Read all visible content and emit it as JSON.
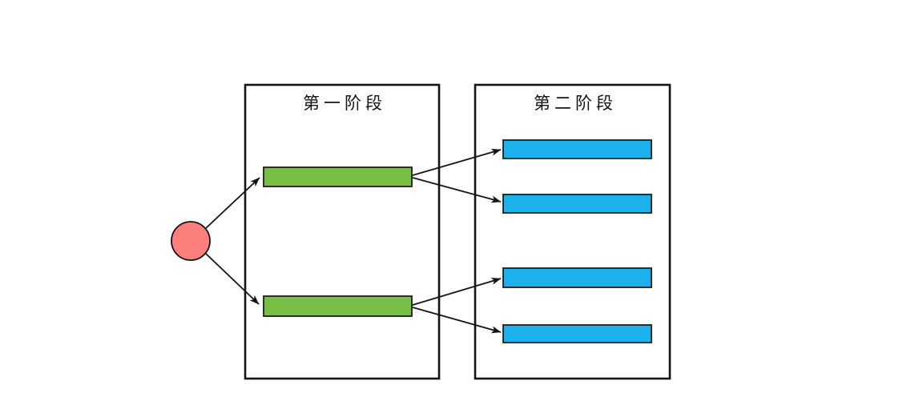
{
  "diagram": {
    "type": "two-stage-fanout-flow",
    "start_node": {
      "shape": "circle",
      "label": "",
      "color": "#fb7f7a"
    },
    "stages": [
      {
        "title": "第一阶段",
        "bar_color": "#77c043",
        "bar_count": 2
      },
      {
        "title": "第二阶段",
        "bar_color": "#1cb1ea",
        "bar_count": 4
      }
    ],
    "connections": [
      {
        "from": "start-node",
        "to": "stage1-bar1"
      },
      {
        "from": "start-node",
        "to": "stage1-bar2"
      },
      {
        "from": "stage1-bar1",
        "to": "stage2-bar1"
      },
      {
        "from": "stage1-bar1",
        "to": "stage2-bar2"
      },
      {
        "from": "stage1-bar2",
        "to": "stage2-bar3"
      },
      {
        "from": "stage1-bar2",
        "to": "stage2-bar4"
      }
    ]
  },
  "colors": {
    "start_node": "#fb7f7a",
    "stage1_bar": "#77c043",
    "stage2_bar": "#1cb1ea",
    "stroke": "#151515",
    "background": "#ffffff"
  }
}
